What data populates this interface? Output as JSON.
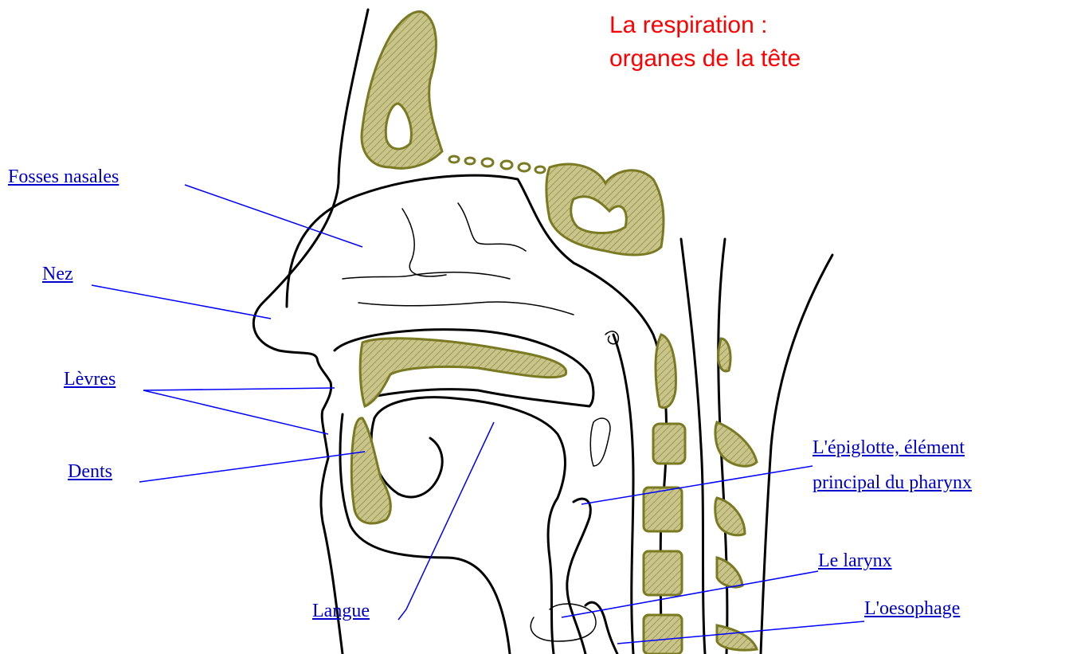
{
  "title": {
    "line1": "La respiration :",
    "line2": "organes de la tête",
    "color": "#ff0000"
  },
  "colors": {
    "label": "#0000cc",
    "leader": "#0000ff",
    "bone_fill": "#c8c48a",
    "bone_stroke": "#7a7a22",
    "outline": "#000000"
  },
  "labels": {
    "fosses_nasales": "Fosses nasales",
    "nez": "Nez",
    "levres": "Lèvres",
    "dents": "Dents",
    "langue": "Langue",
    "epiglotte_line1": "L'épiglotte, élément",
    "epiglotte_line2": "principal du pharynx",
    "larynx": "Le larynx",
    "oesophage": "L'oesophage"
  }
}
